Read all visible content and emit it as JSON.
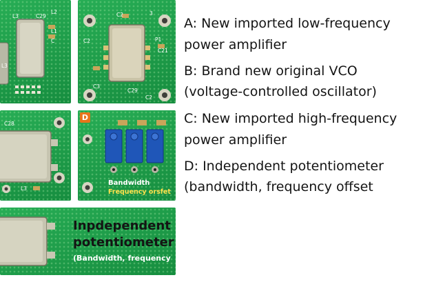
{
  "tiles": {
    "a": {
      "labels": [
        "L3",
        "C29",
        "L2",
        "L1",
        "C",
        "L3"
      ]
    },
    "b": {
      "labels": [
        "C2",
        "3",
        "C2",
        "P1",
        "C21",
        "C3",
        "C29",
        "C2"
      ]
    },
    "c": {
      "labels": [
        "C28",
        "L3"
      ]
    },
    "d": {
      "badge": "D",
      "caption_line1": "Bandwidth",
      "caption_line2": "Frequency orsfet"
    },
    "e": {
      "caption_line1": "Inpdependent",
      "caption_line2": "potentiometer",
      "caption_line3": "(Bandwidth, frequency"
    }
  },
  "descriptions": [
    {
      "line1": "A: New imported low-frequency",
      "line2": "power amplifier"
    },
    {
      "line1": "B: Brand new original VCO",
      "line2": "(voltage-controlled oscillator)"
    },
    {
      "line1": "C: New imported high-frequency",
      "line2": "power amplifier"
    },
    {
      "line1": "D: Independent potentiometer",
      "line2": "(bandwidth, frequency offset"
    }
  ],
  "colors": {
    "board_green": "#1f9a4a",
    "badge_orange": "#e8751a",
    "pot_blue": "#1f56b8",
    "caption_yellow": "#ffe14d"
  }
}
